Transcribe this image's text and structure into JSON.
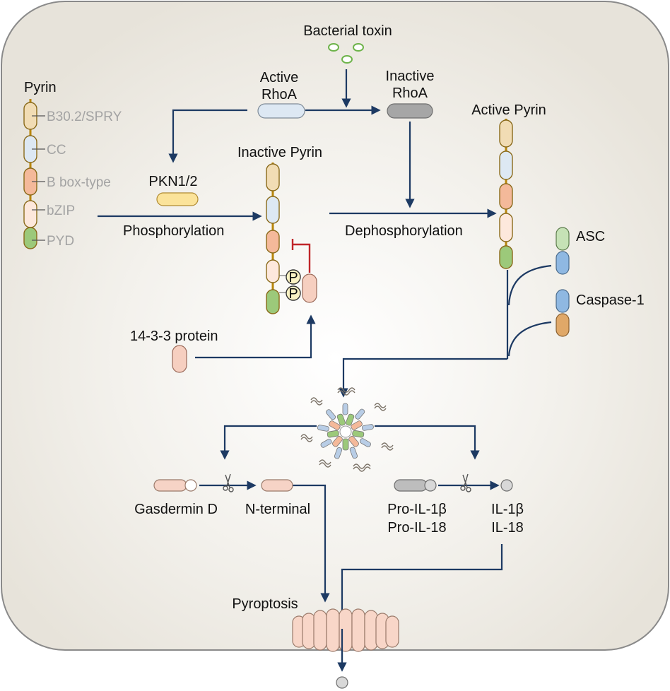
{
  "labels": {
    "bacterial_toxin": "Bacterial toxin",
    "active_rhoa": [
      "Active",
      "RhoA"
    ],
    "inactive_rhoa": [
      "Inactive",
      "RhoA"
    ],
    "pyrin": "Pyrin",
    "domains": [
      "B30.2/SPRY",
      "CC",
      "B box-type",
      "bZIP",
      "PYD"
    ],
    "pkn": "PKN1/2",
    "inactive_pyrin": "Inactive Pyrin",
    "active_pyrin": "Active Pyrin",
    "phosphorylation": "Phosphorylation",
    "dephosphorylation": "Dephosphorylation",
    "phospho_mark": "P",
    "asc": "ASC",
    "caspase1": "Caspase-1",
    "protein_1433": "14-3-3 protein",
    "gasdermin_d": "Gasdermin D",
    "n_terminal": "N-terminal",
    "pro_il": [
      "Pro-IL-1β",
      "Pro-IL-18"
    ],
    "il": [
      "IL-1β",
      "IL-18"
    ],
    "pyroptosis": "Pyroptosis"
  },
  "colors": {
    "cell_bg": "#eeebe4",
    "arrow": "#1d3a63",
    "inhibit": "#c0262a",
    "spry": "#f1dcb4",
    "cc": "#dde8f3",
    "bbox": "#f4b99a",
    "bzip": "#fde8dc",
    "pyd": "#9cc97a",
    "pkn": "#fbe39a",
    "inactive_rhoa": "#a6a6a6",
    "asc_pyd": "#c6e2b6",
    "asc_card": "#8fb8e2",
    "casp_card": "#8fb8e2",
    "casp_body": "#e0a868",
    "phospho": "#fbf3c4",
    "protein_1433": "#f6cfc0",
    "gsdmd": "#f6d3c6",
    "pore": "#f8d6c8",
    "toxin": "#6db34a"
  }
}
